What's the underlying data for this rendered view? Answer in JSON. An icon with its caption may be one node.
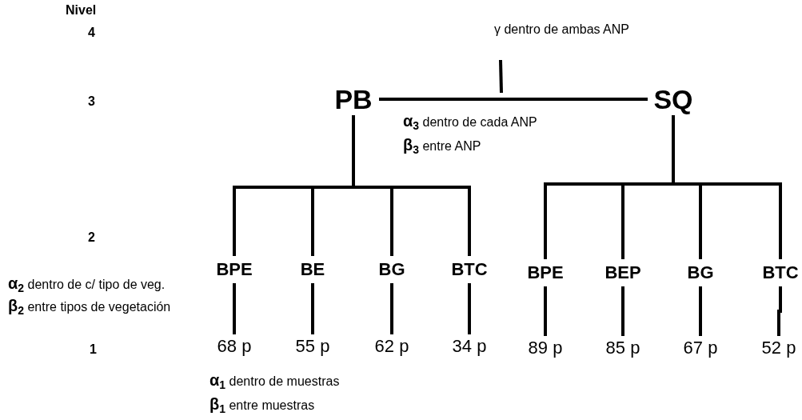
{
  "diagram": {
    "nodes": [
      {
        "text": [
          "PB"
        ]
      },
      {
        "text": [
          "SQ"
        ]
      },
      {
        "text": [
          "BPE"
        ]
      },
      {
        "text": [
          "BE"
        ]
      },
      {
        "text": [
          "BG"
        ]
      },
      {
        "text": [
          "BTC"
        ]
      },
      {
        "text": [
          "BPE"
        ]
      },
      {
        "text": [
          "BEP"
        ]
      },
      {
        "text": [
          "BG"
        ]
      },
      {
        "text": [
          "BTC"
        ]
      },
      {
        "text": [
          "68 p"
        ]
      },
      {
        "text": [
          "55 p"
        ]
      },
      {
        "text": [
          "62 p"
        ]
      },
      {
        "text": [
          "34 p"
        ]
      },
      {
        "text": [
          "89 p"
        ]
      },
      {
        "text": [
          "85 p"
        ]
      },
      {
        "text": [
          "67 p"
        ]
      },
      {
        "text": [
          "52 p"
        ]
      }
    ],
    "edges": [
      {
        "from": 0,
        "to": 1,
        "arrow": "none"
      },
      {
        "from": 0,
        "to": 2,
        "arrow": "none"
      },
      {
        "from": 0,
        "to": 3,
        "arrow": "none"
      },
      {
        "from": 0,
        "to": 4,
        "arrow": "none"
      },
      {
        "from": 0,
        "to": 5,
        "arrow": "none"
      },
      {
        "from": 1,
        "to": 6,
        "arrow": "none"
      },
      {
        "from": 1,
        "to": 7,
        "arrow": "none"
      },
      {
        "from": 1,
        "to": 8,
        "arrow": "none"
      },
      {
        "from": 1,
        "to": 9,
        "arrow": "none"
      },
      {
        "from": 2,
        "to": 10,
        "arrow": "none"
      },
      {
        "from": 3,
        "to": 11,
        "arrow": "none"
      },
      {
        "from": 4,
        "to": 12,
        "arrow": "none"
      },
      {
        "from": 5,
        "to": 13,
        "arrow": "none"
      },
      {
        "from": 6,
        "to": 14,
        "arrow": "none"
      },
      {
        "from": 7,
        "to": 15,
        "arrow": "none"
      },
      {
        "from": 8,
        "to": 16,
        "arrow": "none"
      },
      {
        "from": 9,
        "to": 17,
        "arrow": "none"
      }
    ],
    "labels": [
      "Nivel",
      "4",
      "γ dentro de ambas ANP",
      "3",
      "**α**$_{3}$ dentro de cada ANP",
      "**β**$_{3}$ entre ANP",
      "2",
      "**α**$_{2}$ dentro de c/ tipo de veg.",
      "**β**$_{2}$ entre tipos de vegetación",
      "1",
      "**α**$_{1}$ dentro de muestras",
      "**β**$_{1}$ entre muestras"
    ]
  }
}
